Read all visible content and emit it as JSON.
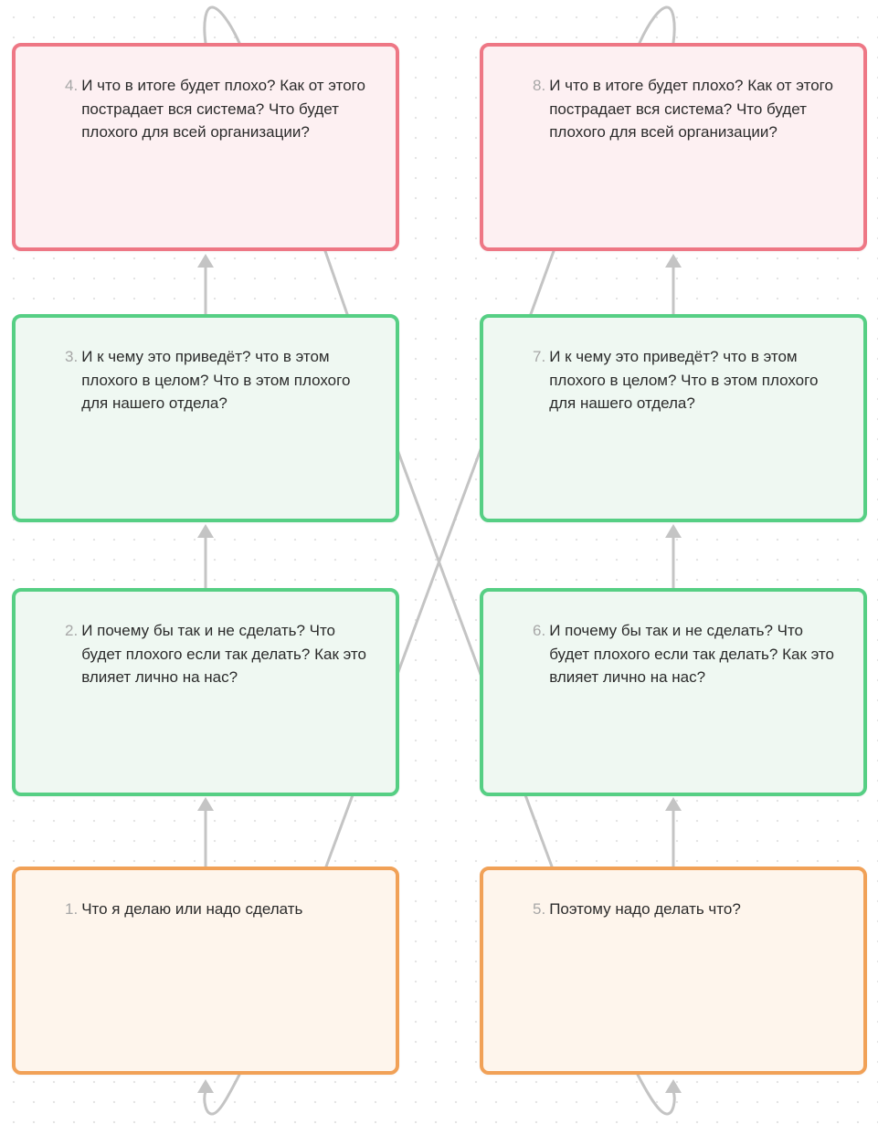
{
  "colors": {
    "red_border": "#ee7785",
    "red_fill": "#fdf0f2",
    "green_border": "#56cf84",
    "green_fill": "#eff8f2",
    "orange_border": "#f1a157",
    "orange_fill": "#fef5ec",
    "connector": "#c4c4c4"
  },
  "cards": [
    {
      "num": "1.",
      "text": "Что я делаю или надо сделать",
      "type": "orange"
    },
    {
      "num": "2.",
      "text": "И почему бы так и не сделать? Что будет плохого если так делать? Как это влияет лично на нас?",
      "type": "green"
    },
    {
      "num": "3.",
      "text": "И к чему это приведёт? что в этом плохого в целом? Что в этом плохого для нашего отдела?",
      "type": "green"
    },
    {
      "num": "4.",
      "text": "И что в итоге будет плохо? Как от этого пострадает вся система? Что будет плохого для всей организации?",
      "type": "red"
    },
    {
      "num": "5.",
      "text": "Поэтому надо делать что?",
      "type": "orange"
    },
    {
      "num": "6.",
      "text": "И почему бы так и не сделать? Что будет плохого если так делать? Как это влияет лично на нас?",
      "type": "green"
    },
    {
      "num": "7.",
      "text": "И к чему это приведёт? что в этом плохого в целом? Что в этом плохого для нашего отдела?",
      "type": "green"
    },
    {
      "num": "8.",
      "text": "И что в итоге будет плохо? Как от этого пострадает вся система? Что будет плохого для всей организации?",
      "type": "red"
    }
  ]
}
